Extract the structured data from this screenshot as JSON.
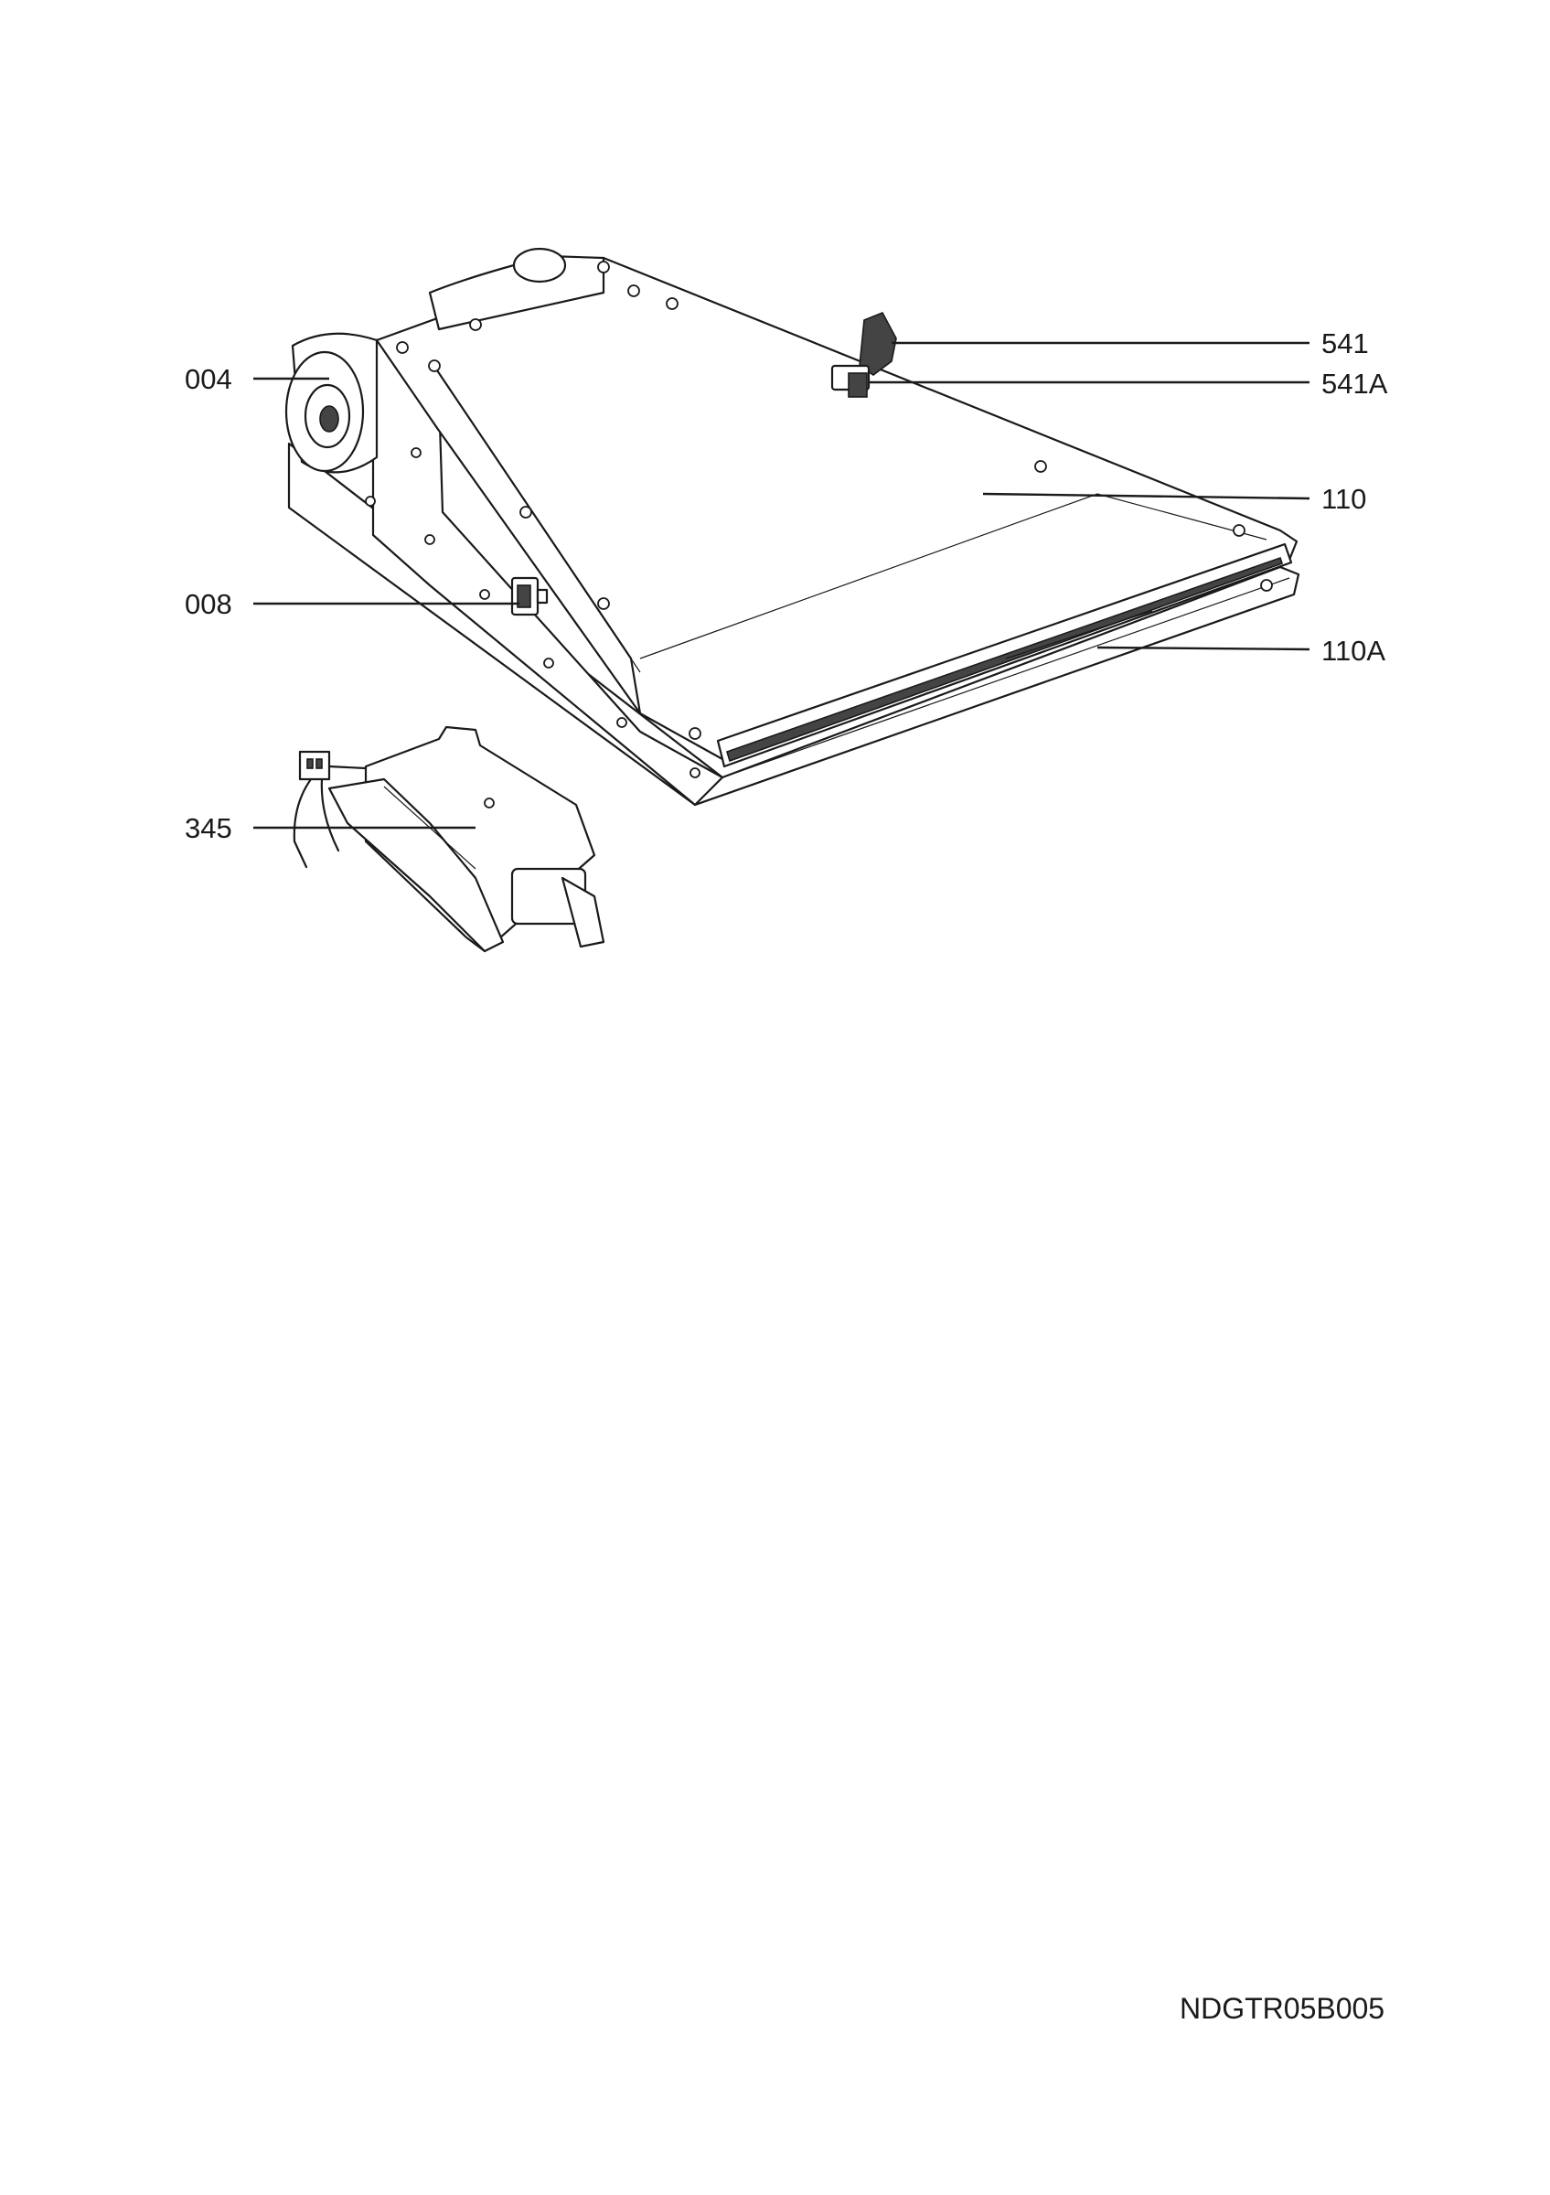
{
  "diagram": {
    "callouts": [
      {
        "id": "004",
        "label": "004"
      },
      {
        "id": "008",
        "label": "008"
      },
      {
        "id": "345",
        "label": "345"
      },
      {
        "id": "541",
        "label": "541"
      },
      {
        "id": "541A",
        "label": "541A"
      },
      {
        "id": "110",
        "label": "110"
      },
      {
        "id": "110A",
        "label": "110A"
      }
    ],
    "drawing_code": "NDGTR05B005"
  }
}
